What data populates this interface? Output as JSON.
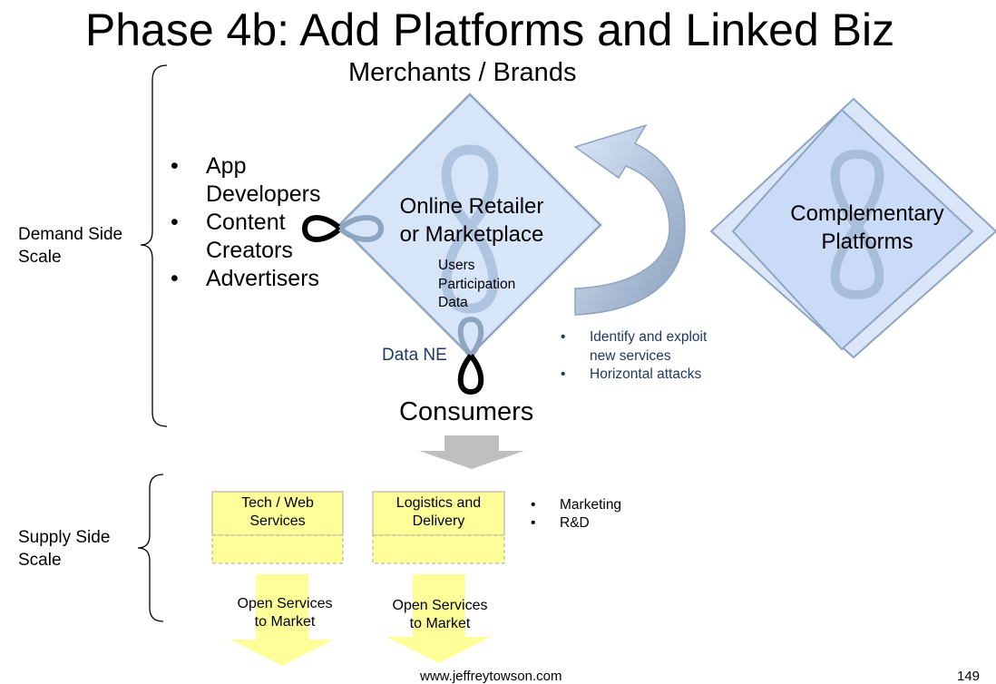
{
  "title": "Phase 4b: Add Platforms and Linked Biz",
  "top_label": "Merchants / Brands",
  "demand_side": {
    "line1": "Demand Side",
    "line2": "Scale"
  },
  "supply_side": {
    "line1": "Supply Side",
    "line2": "Scale"
  },
  "demand_bullets": [
    {
      "bullet": "•",
      "lines": [
        "App",
        "Developers"
      ]
    },
    {
      "bullet": "•",
      "lines": [
        "Content",
        "Creators"
      ]
    },
    {
      "bullet": "•",
      "lines": [
        "Advertisers"
      ]
    }
  ],
  "center_platform": {
    "line1": "Online Retailer",
    "line2": "or Marketplace"
  },
  "center_data": {
    "line1": "Users",
    "line2": "Participation",
    "line3": "Data"
  },
  "data_ne": "Data NE",
  "consumers": "Consumers",
  "complementary": {
    "line1": "Complementary",
    "line2": "Platforms"
  },
  "arrow_bullets": [
    {
      "bullet": "•",
      "lines": [
        "Identify and exploit",
        "new services"
      ]
    },
    {
      "bullet": "•",
      "lines": [
        "Horizontal attacks"
      ]
    }
  ],
  "supply_boxes": [
    {
      "line1": "Tech / Web",
      "line2": "Services"
    },
    {
      "line1": "Logistics and",
      "line2": "Delivery"
    }
  ],
  "supply_bullets": [
    {
      "bullet": "•",
      "text": "Marketing"
    },
    {
      "bullet": "•",
      "text": "R&D"
    }
  ],
  "open_services": [
    {
      "line1": "Open Services",
      "line2": "to Market"
    },
    {
      "line1": "Open Services",
      "line2": "to Market"
    }
  ],
  "footer": {
    "url": "www.jeffreytowson.com",
    "page": "149"
  },
  "colors": {
    "diamond_fill": "#d7e5f8",
    "diamond_stroke": "#8ea5c0",
    "complementary_fill": "#c9dbf6",
    "curved_arrow": "#9aaecb",
    "yellow_box": "#ffff99",
    "down_arrow_gray": "#bfbfbf",
    "down_arrow_yellow": "#ffff99",
    "navy_text": "#1f3864"
  },
  "icons": [
    "infinity-loop-icon",
    "curved-arrow-icon",
    "down-arrow-icon"
  ]
}
